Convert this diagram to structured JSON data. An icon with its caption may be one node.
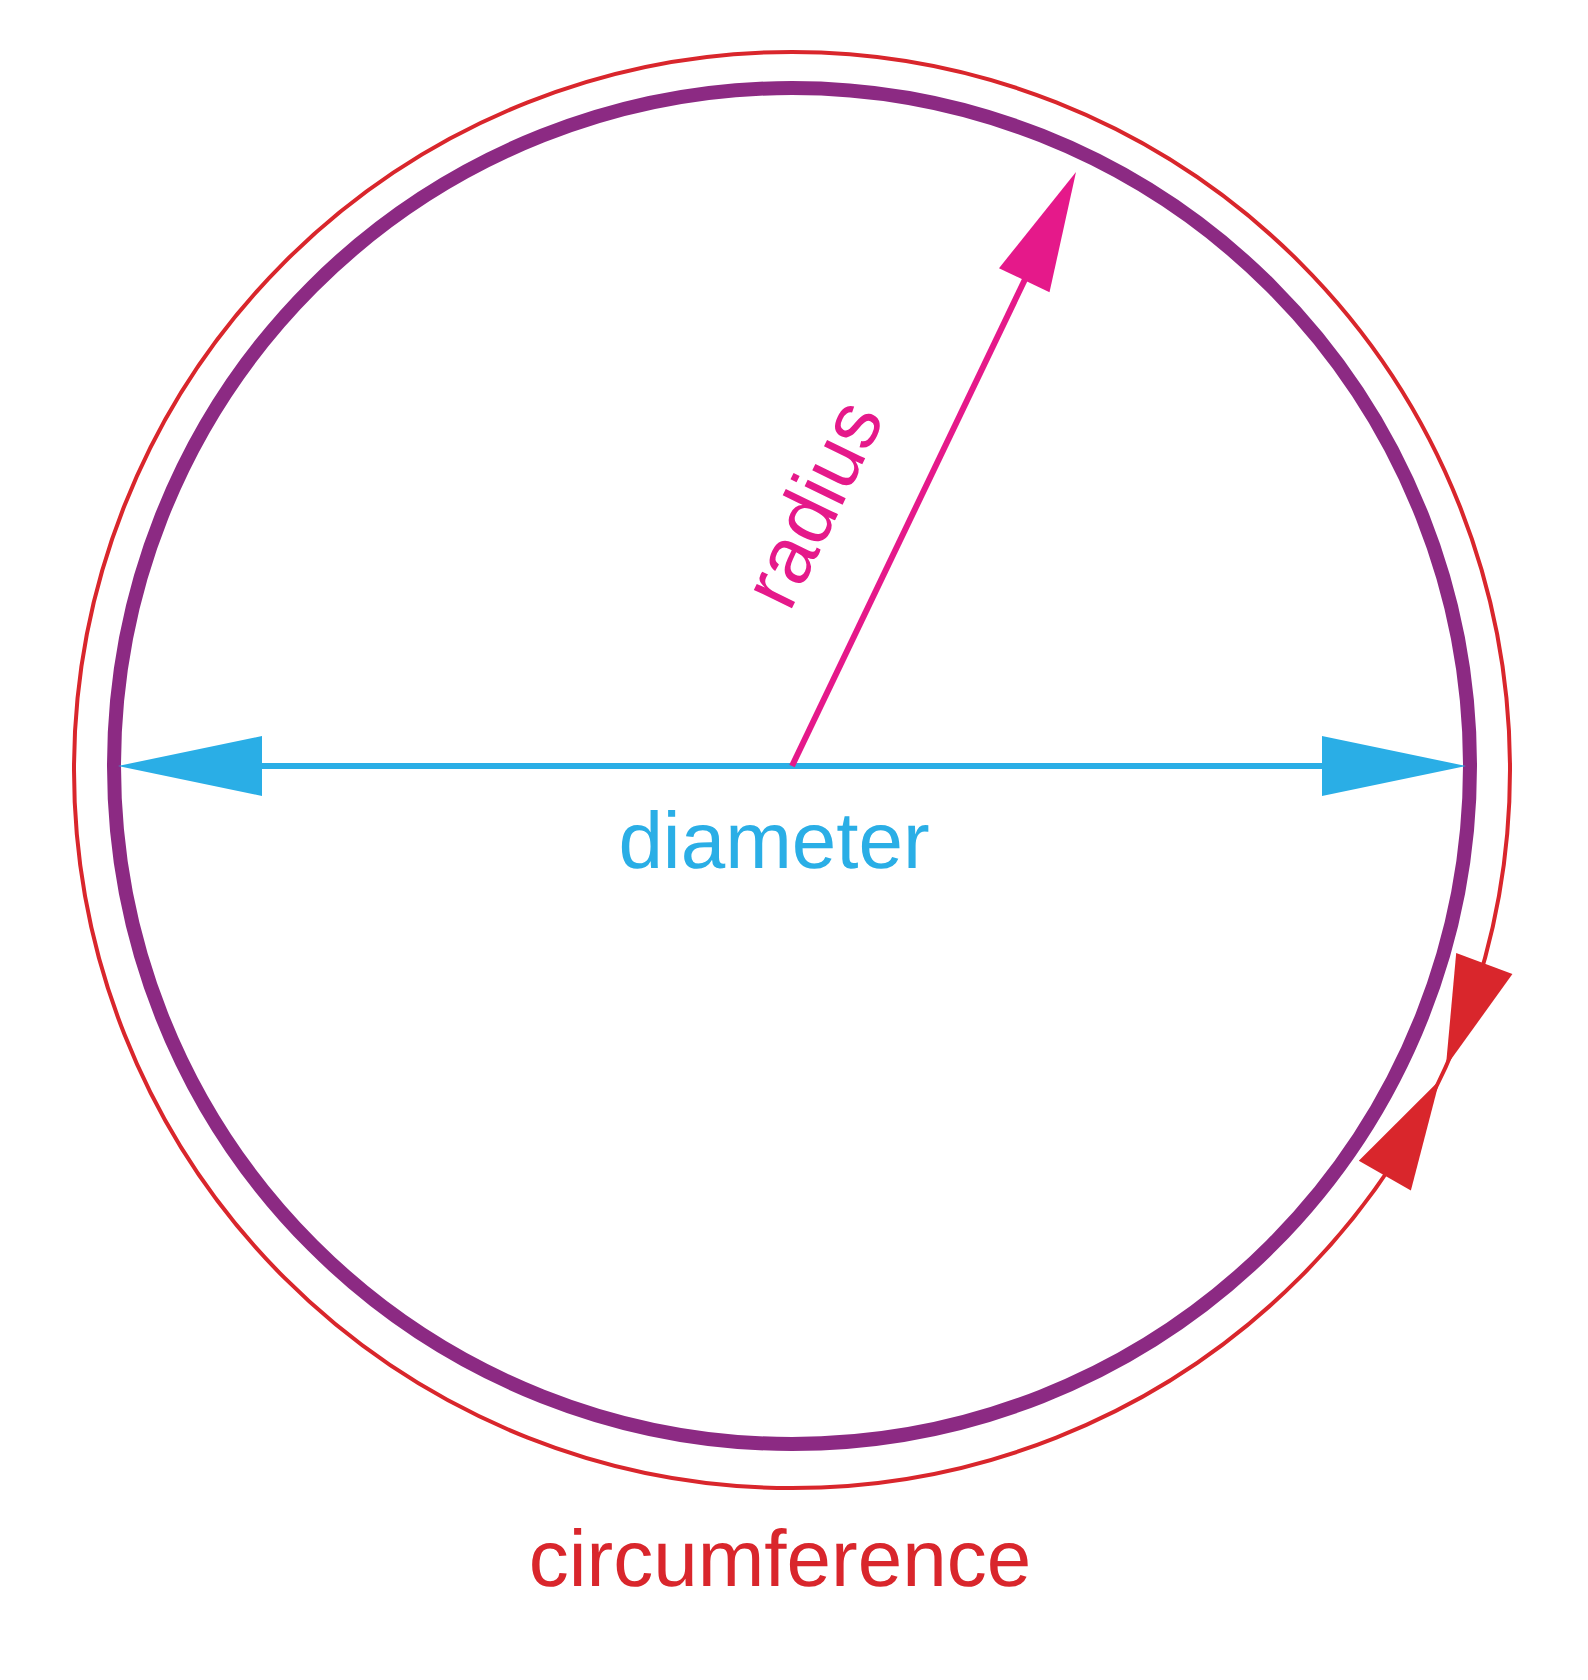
{
  "diagram": {
    "labels": [
      "radius",
      "diameter",
      "circumference"
    ]
  }
}
